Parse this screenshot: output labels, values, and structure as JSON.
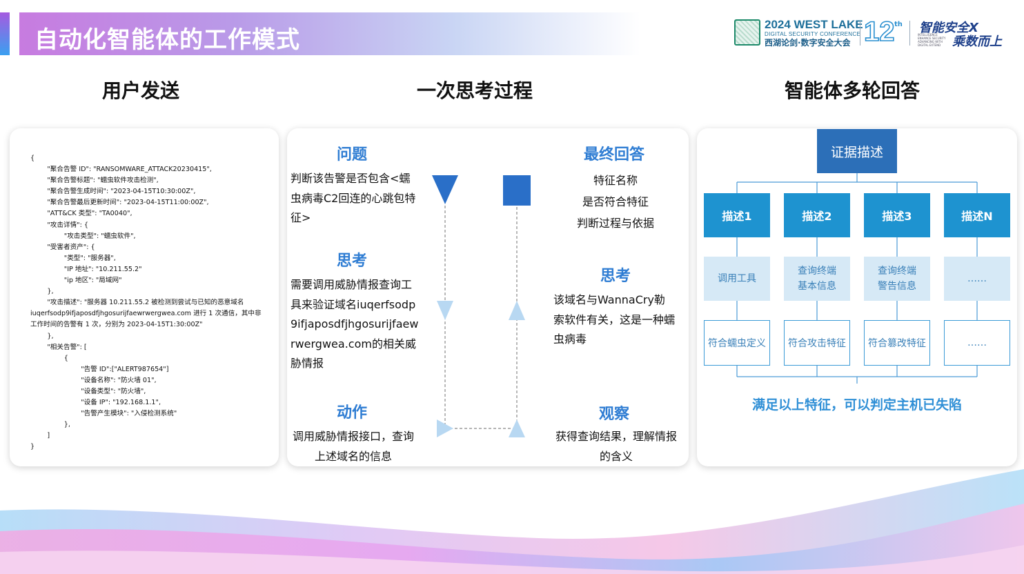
{
  "header": {
    "title": "自动化智能体的工作模式",
    "logo": {
      "line1": "2024 WEST LAKE",
      "line2": "DIGITAL SECURITY CONFERENCE",
      "line3": "西湖论剑·数字安全大会",
      "edition": "12",
      "edition_suffix": "th",
      "slogan1": "智能安全X",
      "slogan2": "乘数而上",
      "small_text": "INTELLIGENCE ENHANCE SECURITY ADVANCING WITH DIGITAL EXTEND"
    }
  },
  "columns": {
    "left_heading": "用户发送",
    "middle_heading": "一次思考过程",
    "right_heading": "智能体多轮回答"
  },
  "user_message": {
    "lines": [
      "{",
      "        \"聚合告警 ID\": \"RANSOMWARE_ATTACK20230415\",",
      "        \"聚合告警标题\": \"蠕虫软件攻击检测\",",
      "        \"聚合告警生成时间\": \"2023-04-15T10:30:00Z\",",
      "        \"聚合告警最后更新时间\": \"2023-04-15T11:00:00Z\",",
      "        \"ATT&CK 类型\": \"TA0040\",",
      "        \"攻击详情\": {",
      "                \"攻击类型\": \"蠕虫软件\",",
      "        \"受害者资产\": {",
      "                \"类型\": \"服务器\",",
      "                \"IP 地址\": \"10.211.55.2\"",
      "                \"ip 地区\": \"局域网\"",
      "        },",
      "        \"攻击描述\": \"服务器 10.211.55.2 被检测到尝试与已知的恶意域名",
      "iuqerfsodp9ifjaposdfjhgosurijfaewrwergwea.com 进行 1 次通信，其中非",
      "工作时间的告警有 1 次，分别为 2023-04-15T1:30:00Z\"",
      "        },",
      "        \"相关告警\": [",
      "                {",
      "                        \"告警 ID\":[\"ALERT987654\"]",
      "                        \"设备名称\": \"防火墙 01\",",
      "                        \"设备类型\": \"防火墙\",",
      "                        \"设备 IP\": \"192.168.1.1\",",
      "                        \"告警产生模块\": \"入侵检测系统\"",
      "                },",
      "        ]",
      "}"
    ]
  },
  "thinking": {
    "question_title": "问题",
    "question_text": "判断该告警是否包含<蠕虫病毒C2回连的心跳包特征>",
    "think_title": "思考",
    "think_text": "需要调用威胁情报查询工具来验证域名iuqerfsodp9ifjaposdfjhgosurijfaewrwergwea.com的相关威胁情报",
    "action_title": "动作",
    "action_text": "调用威胁情报接口，查询上述域名的信息",
    "final_title": "最终回答",
    "final_lines": [
      "特征名称",
      "是否符合特征",
      "判断过程与依据"
    ],
    "think2_title": "思考",
    "think2_text": "该域名与WannaCry勒索软件有关，这是一种蠕虫病毒",
    "observe_title": "观察",
    "observe_text": "获得查询结果，理解情报的含义",
    "colors": {
      "accent": "#2f7dd3",
      "arrow_light": "#b8d8f2",
      "arrow_dark": "#2a6fc8"
    }
  },
  "agent_answer": {
    "root": "证据描述",
    "descriptions": [
      "描述1",
      "描述2",
      "描述3",
      "描述N"
    ],
    "tools": [
      "调用工具",
      "查询终端\n基本信息",
      "查询终端\n警告信息",
      "……"
    ],
    "features": [
      "符合蠕虫定义",
      "符合攻击特征",
      "符合篡改特征",
      "……"
    ],
    "conclusion": "满足以上特征，可以判定主机已失陷"
  }
}
